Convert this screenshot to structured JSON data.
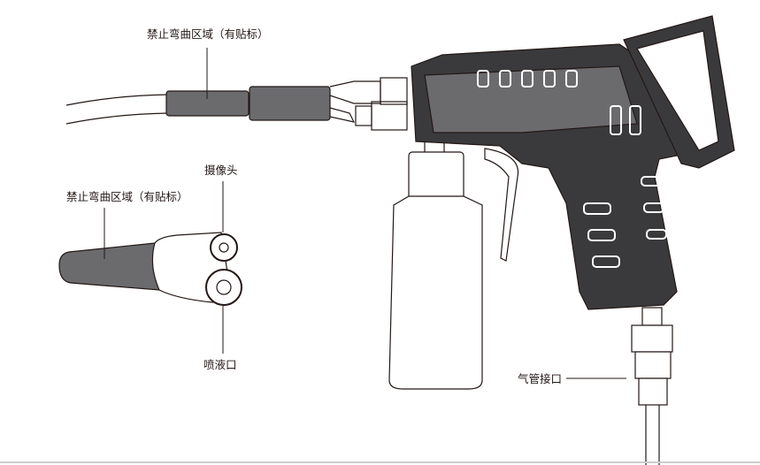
{
  "labels": {
    "no_bend_zone_top": "禁止弯曲区域（有贴标）",
    "camera": "摄像头",
    "no_bend_zone_probe": "禁止弯曲区域（有贴标）",
    "spray_nozzle": "喷液口",
    "air_hose_connector": "气管接口"
  },
  "colors": {
    "sleeve": "#6b6b6e",
    "outline": "#231815",
    "gun_fill": "#3a3a3c"
  }
}
